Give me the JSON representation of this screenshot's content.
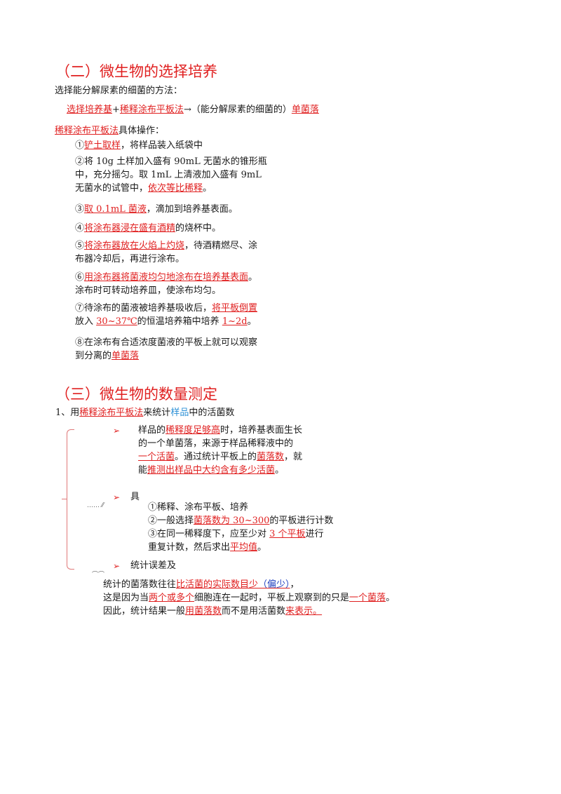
{
  "section2": {
    "title": "（二）微生物的选择培养",
    "intro": "选择能分解尿素的细菌的方法：",
    "flow": {
      "a": "选择培养基",
      "plus": "+",
      "b": "稀释涂布平板法",
      "arrow": "→（能分解尿素的细菌的）",
      "c": "单菌落"
    },
    "ops_head": {
      "a": "稀释涂布平板法",
      "b": "具体操作："
    },
    "steps": {
      "s1": {
        "pre": "①",
        "u": "铲土取样",
        "post": "，将样品装入纸袋中"
      },
      "s2": {
        "l1": "②将 10g 土样加入盛有 90mL 无菌水的锥形瓶",
        "l2": "中，充分摇匀。取 1mL 上清液加入盛有 9mL",
        "l3pre": "无菌水的试管中，",
        "l3u": "依次等比稀释",
        "l3post": "。"
      },
      "s3": {
        "pre": "③",
        "u": "取 0.1mL 菌液",
        "post": "，滴加到培养基表面。"
      },
      "s4": {
        "pre": "④",
        "u": "将涂布器浸在盛有酒精",
        "post": "的烧杯中。"
      },
      "s5": {
        "pre": "⑤",
        "u": "将涂布器放在火焰上灼烧",
        "post": "，待酒精燃尽、涂",
        "l2": "布器冷却后，再进行涂布。"
      },
      "s6": {
        "pre": "⑥",
        "u": "用涂布器将菌液均匀地涂布在培养基表面",
        "post": "。",
        "l2": "涂布时可转动培养皿，使涂布均匀。"
      },
      "s7": {
        "pre": "⑦待涂布的菌液被培养基吸收后，",
        "u": "将平板倒置",
        "l2pre": "放入 ",
        "l2u1": "30~37℃",
        "l2mid": "的恒温培养箱中培养 ",
        "l2u2": "1~2d",
        "l2post": "。"
      },
      "s8": {
        "l1": "⑧在涂布有合适浓度菌液的平板上就可以观察",
        "l2pre": "到分离的",
        "l2u": "单菌落"
      }
    }
  },
  "section3": {
    "title": "（三）微生物的数量测定",
    "head": {
      "pre": "1、用",
      "u": "稀释涂布平板法",
      "mid": "来统计",
      "blue": "样品",
      "post": "中的活菌数"
    },
    "arrow_mark": "➢",
    "b1": {
      "l1pre": "样品的",
      "l1u": "稀释度足够高",
      "l1post": "时，培养基表面生长",
      "l2": "的一个单菌落，来源于样品稀释液中的",
      "l3u": "一个活菌",
      "l3mid": "。通过统计平板上的",
      "l3u2": "菌落数",
      "l3post": "，就",
      "l4pre": "能",
      "l4u": "推测出样品中大约含有多少活菌",
      "l4post": "。"
    },
    "b2": {
      "label": "具",
      "frag": "…… ⁄⁄",
      "l1": "①稀释、涂布平板、培养",
      "l2pre": "②一般选择",
      "l2u": "菌落数为 30~300",
      "l2post": "的平板进行计数",
      "l3pre": "③在同一稀释度下，应至少对 ",
      "l3u": "3 个平板",
      "l3post": "进行",
      "l4pre": "重复计数，然后求出",
      "l4u": "平均值",
      "l4post": "。"
    },
    "b3": {
      "label": "统计误差及",
      "frag": "⌒⌒",
      "l1pre": "统计的菌落数往往",
      "l1u": "比活菌的实际数目少",
      "l1blue": "（偏少）",
      "l1post": "，",
      "l2pre": "这是因为当",
      "l2u": "两个或多个",
      "l2mid": "细胞连在一起时，平板上观察到的只是",
      "l2u2": "一个菌落",
      "l2post": "。",
      "l3pre": "因此，统计结果一般",
      "l3u": "用菌落数",
      "l3mid": "而不是用活菌数",
      "l3u2": "来表示。"
    }
  }
}
